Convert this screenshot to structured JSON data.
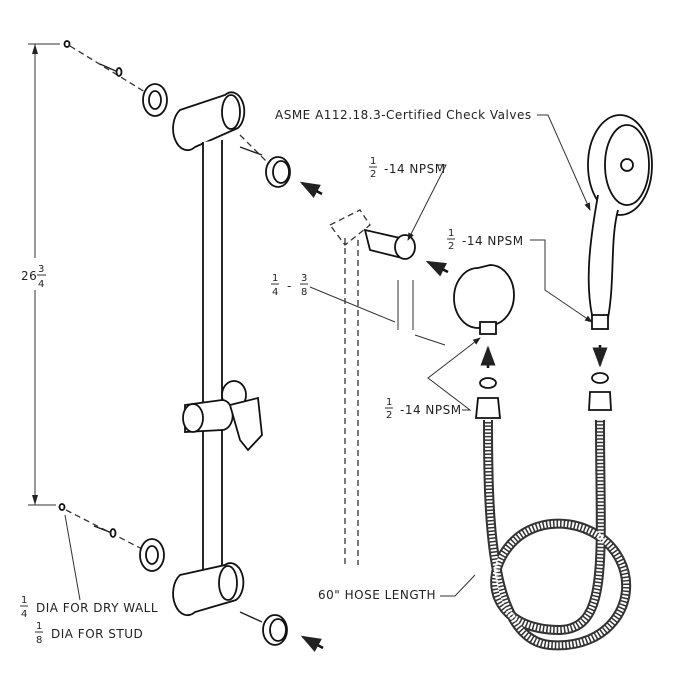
{
  "title": "Slide bar hand shower installation diagram",
  "dimensions": {
    "height_whole": "26",
    "height_num": "3",
    "height_den": "4",
    "gap_left_num": "1",
    "gap_left_den": "4",
    "gap_sep": "-",
    "gap_right_num": "3",
    "gap_right_den": "8"
  },
  "labels": {
    "check_valves": "ASME A112.18.3-Certified Check Valves",
    "npsm_elbow": {
      "num": "1",
      "den": "2",
      "text": "-14 NPSM"
    },
    "npsm_shower": {
      "num": "1",
      "den": "2",
      "text": "-14 NPSM"
    },
    "npsm_flange": {
      "num": "1",
      "den": "2",
      "text": "-14 NPSM"
    },
    "hose_length": "60\" HOSE LENGTH",
    "drywall": {
      "num": "1",
      "den": "4",
      "text": "DIA FOR DRY WALL"
    },
    "stud": {
      "num": "1",
      "den": "8",
      "text": "DIA FOR STUD"
    }
  }
}
